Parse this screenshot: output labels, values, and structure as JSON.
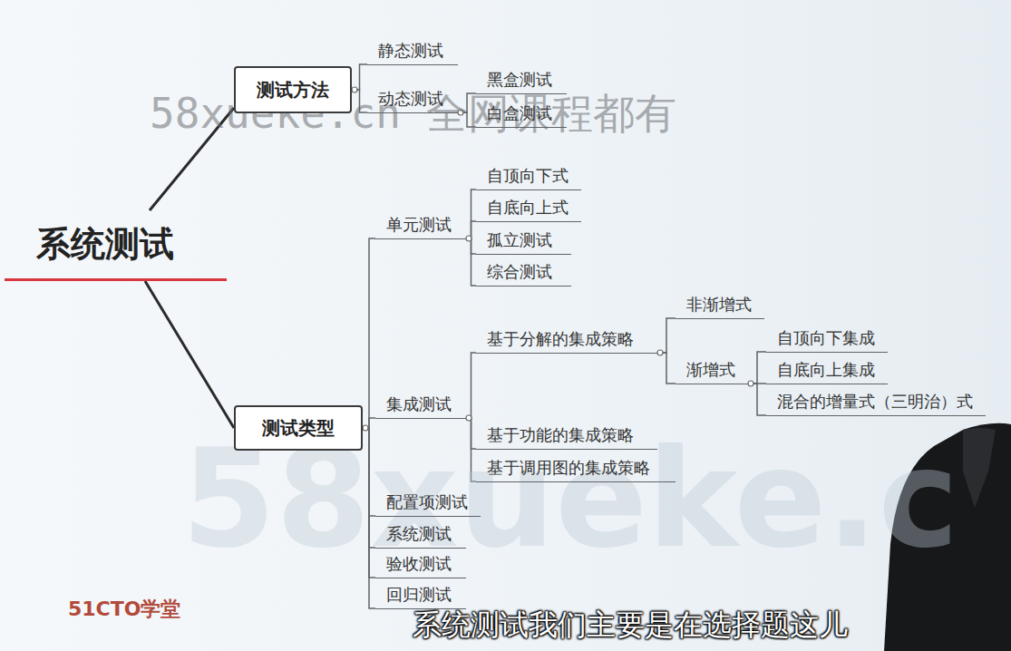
{
  "diagram": {
    "nodes": [
      {
        "text": [
          "系统测试"
        ]
      },
      {
        "text": [
          "测试方法"
        ]
      },
      {
        "text": [
          "静态测试"
        ]
      },
      {
        "text": [
          "动态测试"
        ]
      },
      {
        "text": [
          "黑盒测试"
        ]
      },
      {
        "text": [
          "白盒测试"
        ]
      },
      {
        "text": [
          "测试类型"
        ]
      },
      {
        "text": [
          "单元测试"
        ]
      },
      {
        "text": [
          "自顶向下式"
        ]
      },
      {
        "text": [
          "自底向上式"
        ]
      },
      {
        "text": [
          "孤立测试"
        ]
      },
      {
        "text": [
          "综合测试"
        ]
      },
      {
        "text": [
          "集成测试"
        ]
      },
      {
        "text": [
          "基于分解的集成策略"
        ]
      },
      {
        "text": [
          "非渐增式"
        ]
      },
      {
        "text": [
          "渐增式"
        ]
      },
      {
        "text": [
          "自顶向下集成"
        ]
      },
      {
        "text": [
          "自底向上集成"
        ]
      },
      {
        "text": [
          "混合的增量式（三明治）式"
        ]
      },
      {
        "text": [
          "基于功能的集成策略"
        ]
      },
      {
        "text": [
          "基于调用图的集成策略"
        ]
      },
      {
        "text": [
          "配置项测试"
        ]
      },
      {
        "text": [
          "系统测试"
        ]
      },
      {
        "text": [
          "验收测试"
        ]
      },
      {
        "text": [
          "回归测试"
        ]
      }
    ],
    "edges": [
      {
        "from": 0,
        "to": 1,
        "arrow": "none"
      },
      {
        "from": 0,
        "to": 6,
        "arrow": "none"
      },
      {
        "from": 1,
        "to": 2,
        "arrow": "none"
      },
      {
        "from": 1,
        "to": 3,
        "arrow": "none"
      },
      {
        "from": 3,
        "to": 4,
        "arrow": "none"
      },
      {
        "from": 3,
        "to": 5,
        "arrow": "none"
      },
      {
        "from": 6,
        "to": 7,
        "arrow": "none"
      },
      {
        "from": 6,
        "to": 12,
        "arrow": "none"
      },
      {
        "from": 6,
        "to": 21,
        "arrow": "none"
      },
      {
        "from": 6,
        "to": 22,
        "arrow": "none"
      },
      {
        "from": 6,
        "to": 23,
        "arrow": "none"
      },
      {
        "from": 6,
        "to": 24,
        "arrow": "none"
      },
      {
        "from": 7,
        "to": 8,
        "arrow": "none"
      },
      {
        "from": 7,
        "to": 9,
        "arrow": "none"
      },
      {
        "from": 7,
        "to": 10,
        "arrow": "none"
      },
      {
        "from": 7,
        "to": 11,
        "arrow": "none"
      },
      {
        "from": 12,
        "to": 13,
        "arrow": "none"
      },
      {
        "from": 12,
        "to": 19,
        "arrow": "none"
      },
      {
        "from": 12,
        "to": 20,
        "arrow": "none"
      },
      {
        "from": 13,
        "to": 14,
        "arrow": "none"
      },
      {
        "from": 13,
        "to": 15,
        "arrow": "none"
      },
      {
        "from": 15,
        "to": 16,
        "arrow": "none"
      },
      {
        "from": 15,
        "to": 17,
        "arrow": "none"
      },
      {
        "from": 15,
        "to": 18,
        "arrow": "none"
      }
    ],
    "labels": [
      "58xueke.c",
      "58xueke.cn 全网课程都有",
      "51CTO学堂",
      "系统测试我们主要是在选择题这儿"
    ]
  }
}
